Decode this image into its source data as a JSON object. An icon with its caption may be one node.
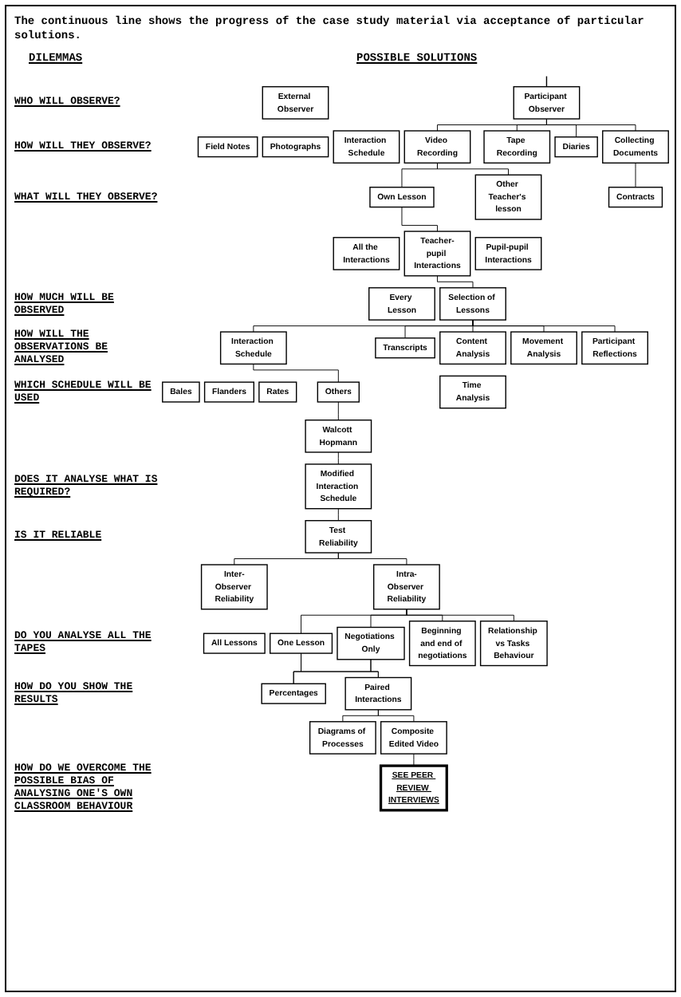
{
  "diagram": {
    "title": "The continuous line shows the progress of the case study material via acceptance of particular solutions.",
    "nodes": [
      {
        "text": [
          "External Observer"
        ]
      },
      {
        "text": [
          "Participant Observer"
        ]
      },
      {
        "text": [
          "Field Notes"
        ]
      },
      {
        "text": [
          "Photographs"
        ]
      },
      {
        "text": [
          "Interaction Schedule"
        ]
      },
      {
        "text": [
          "Video Recording"
        ]
      },
      {
        "text": [
          "Tape Recording"
        ]
      },
      {
        "text": [
          "Diaries"
        ]
      },
      {
        "text": [
          "Collecting Documents"
        ]
      },
      {
        "text": [
          "Own Lesson"
        ]
      },
      {
        "text": [
          "Other Teacher's lesson"
        ]
      },
      {
        "text": [
          "All the Interactions"
        ]
      },
      {
        "text": [
          "Teacher-pupil Interactions"
        ]
      },
      {
        "text": [
          "Pupil-pupil Interactions"
        ]
      },
      {
        "text": [
          "Contracts"
        ]
      },
      {
        "text": [
          "Every Lesson"
        ]
      },
      {
        "text": [
          "Selection of Lessons"
        ]
      },
      {
        "text": [
          "Interaction Schedule"
        ]
      },
      {
        "text": [
          "Transcripts"
        ]
      },
      {
        "text": [
          "Content Analysis"
        ]
      },
      {
        "text": [
          "Movement Analysis"
        ]
      },
      {
        "text": [
          "Participant Reflections"
        ]
      },
      {
        "text": [
          "Bales"
        ]
      },
      {
        "text": [
          "Flanders"
        ]
      },
      {
        "text": [
          "Rates"
        ]
      },
      {
        "text": [
          "Others"
        ]
      },
      {
        "text": [
          "Time Analysis"
        ]
      },
      {
        "text": [
          "Walcott Hopmann"
        ]
      },
      {
        "text": [
          "Modified Interaction Schedule"
        ]
      },
      {
        "text": [
          "Test Reliability"
        ]
      },
      {
        "text": [
          "Inter-Observer Reliability"
        ]
      },
      {
        "text": [
          "Intra-Observer Reliability"
        ]
      },
      {
        "text": [
          "All Lessons"
        ]
      },
      {
        "text": [
          "One Lesson"
        ]
      },
      {
        "text": [
          "Negotiations Only"
        ]
      },
      {
        "text": [
          "Beginning and end of negotiations"
        ]
      },
      {
        "text": [
          "Relationship vs Tasks Behaviour"
        ]
      },
      {
        "text": [
          "Percentages"
        ]
      },
      {
        "text": [
          "Paired Interactions"
        ]
      },
      {
        "text": [
          "Diagrams of Processes"
        ]
      },
      {
        "text": [
          "Composite Edited Video"
        ]
      },
      {
        "text": [
          "SEE PEER REVIEW INTERVIEWS"
        ]
      }
    ],
    "edges": [
      {
        "from": null,
        "to": 1,
        "arrow": "none"
      },
      {
        "from": 1,
        "to": 5,
        "arrow": "none"
      },
      {
        "from": 1,
        "to": 6,
        "arrow": "none"
      },
      {
        "from": 1,
        "to": 7,
        "arrow": "none"
      },
      {
        "from": 1,
        "to": 8,
        "arrow": "none"
      },
      {
        "from": 5,
        "to": 9,
        "arrow": "none"
      },
      {
        "from": 5,
        "to": 10,
        "arrow": "none"
      },
      {
        "from": 8,
        "to": 14,
        "arrow": "none"
      },
      {
        "from": 9,
        "to": 12,
        "arrow": "none"
      },
      {
        "from": 12,
        "to": 16,
        "arrow": "none"
      },
      {
        "from": 16,
        "to": 17,
        "arrow": "none"
      },
      {
        "from": 16,
        "to": 18,
        "arrow": "none"
      },
      {
        "from": 16,
        "to": 19,
        "arrow": "none"
      },
      {
        "from": 16,
        "to": 20,
        "arrow": "none"
      },
      {
        "from": 16,
        "to": 21,
        "arrow": "none"
      },
      {
        "from": 17,
        "to": 25,
        "arrow": "none"
      },
      {
        "from": 25,
        "to": 27,
        "arrow": "none"
      },
      {
        "from": 27,
        "to": 28,
        "arrow": "none"
      },
      {
        "from": 28,
        "to": 29,
        "arrow": "none"
      },
      {
        "from": 29,
        "to": 30,
        "arrow": "none"
      },
      {
        "from": 29,
        "to": 31,
        "arrow": "none"
      },
      {
        "from": 31,
        "to": 33,
        "arrow": "none"
      },
      {
        "from": 31,
        "to": 34,
        "arrow": "none"
      },
      {
        "from": 31,
        "to": 35,
        "arrow": "none"
      },
      {
        "from": 31,
        "to": 36,
        "arrow": "none"
      },
      {
        "from": 33,
        "to": 37,
        "arrow": "none"
      },
      {
        "from": 33,
        "to": 38,
        "arrow": "none"
      },
      {
        "from": 34,
        "to": 37,
        "arrow": "none"
      },
      {
        "from": 34,
        "to": 38,
        "arrow": "none"
      },
      {
        "from": 38,
        "to": 39,
        "arrow": "none"
      },
      {
        "from": 38,
        "to": 40,
        "arrow": "none"
      },
      {
        "from": 40,
        "to": 41,
        "arrow": "none"
      }
    ],
    "labels": [
      "DILEMMAS",
      "POSSIBLE SOLUTIONS",
      "WHO WILL OBSERVE?",
      "HOW WILL THEY OBSERVE?",
      "WHAT WILL THEY OBSERVE?",
      "HOW MUCH WILL BE OBSERVED",
      "HOW WILL THE OBSERVATIONS BE ANALYSED",
      "WHICH SCHEDULE WILL BE USED",
      "DOES IT ANALYSE WHAT IS REQUIRED?",
      "IS IT RELIABLE",
      "DO YOU ANALYSE ALL THE TAPES",
      "HOW DO YOU SHOW THE RESULTS",
      "HOW DO WE OVERCOME THE POSSIBLE BIAS OF ANALYSING ONE'S OWN CLASSROOM BEHAVIOUR"
    ]
  }
}
